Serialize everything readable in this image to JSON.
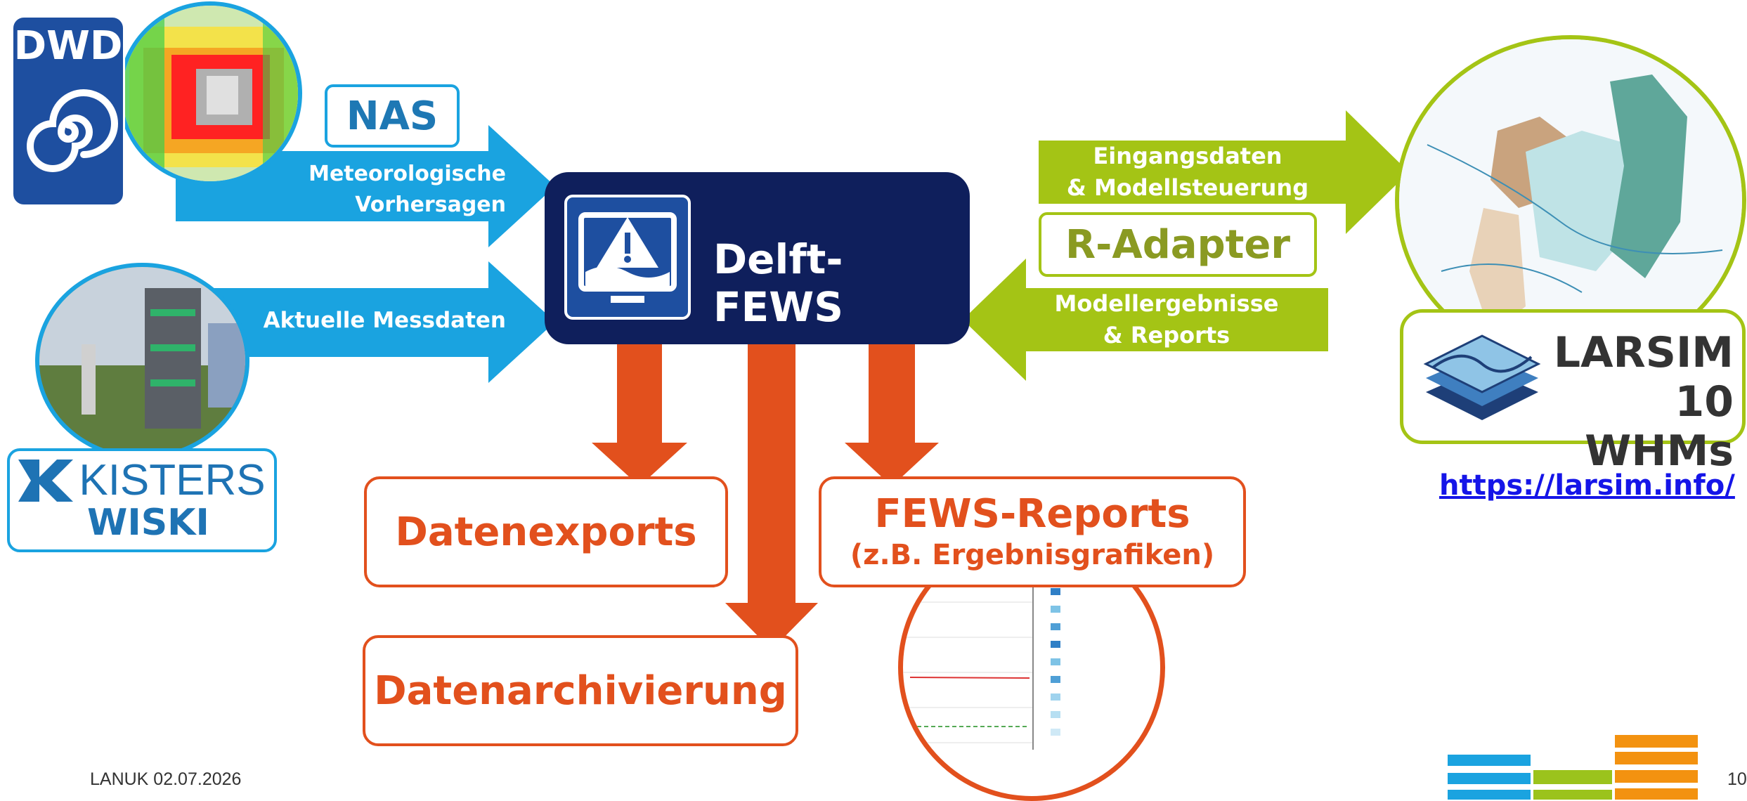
{
  "sources": {
    "dwd_logo": "DWD",
    "nas_label": "NAS",
    "met_forecast_line1": "Meteorologische",
    "met_forecast_line2": "Vorhersagen",
    "current_data": "Aktuelle Messdaten",
    "kisters_line1": "KISTERS",
    "kisters_line2": "WISKI"
  },
  "center": {
    "title": "Delft-FEWS"
  },
  "right": {
    "input_line1": "Eingangsdaten",
    "input_line2": "& Modellsteuerung",
    "adapter": "R-Adapter",
    "results_line1": "Modellergebnisse",
    "results_line2": "& Reports",
    "larsim_line1": "LARSIM",
    "larsim_line2": "10 WHMs",
    "link": "https://larsim.info/"
  },
  "outputs": {
    "exports": "Datenexports",
    "reports_line1": "FEWS-Reports",
    "reports_line2": "(z.B. Ergebnisgrafiken)",
    "archive": "Datenarchivierung"
  },
  "footer": {
    "org_date": "LANUK 02.07.2026",
    "page": "10"
  },
  "colors": {
    "blue_arrow": "#1aa3e0",
    "navy": "#0f1f5c",
    "green": "#9bc31c",
    "orange": "#e2501d"
  },
  "icons": {
    "fews": "warning-flood-monitor-icon",
    "larsim": "layered-map-icon"
  }
}
